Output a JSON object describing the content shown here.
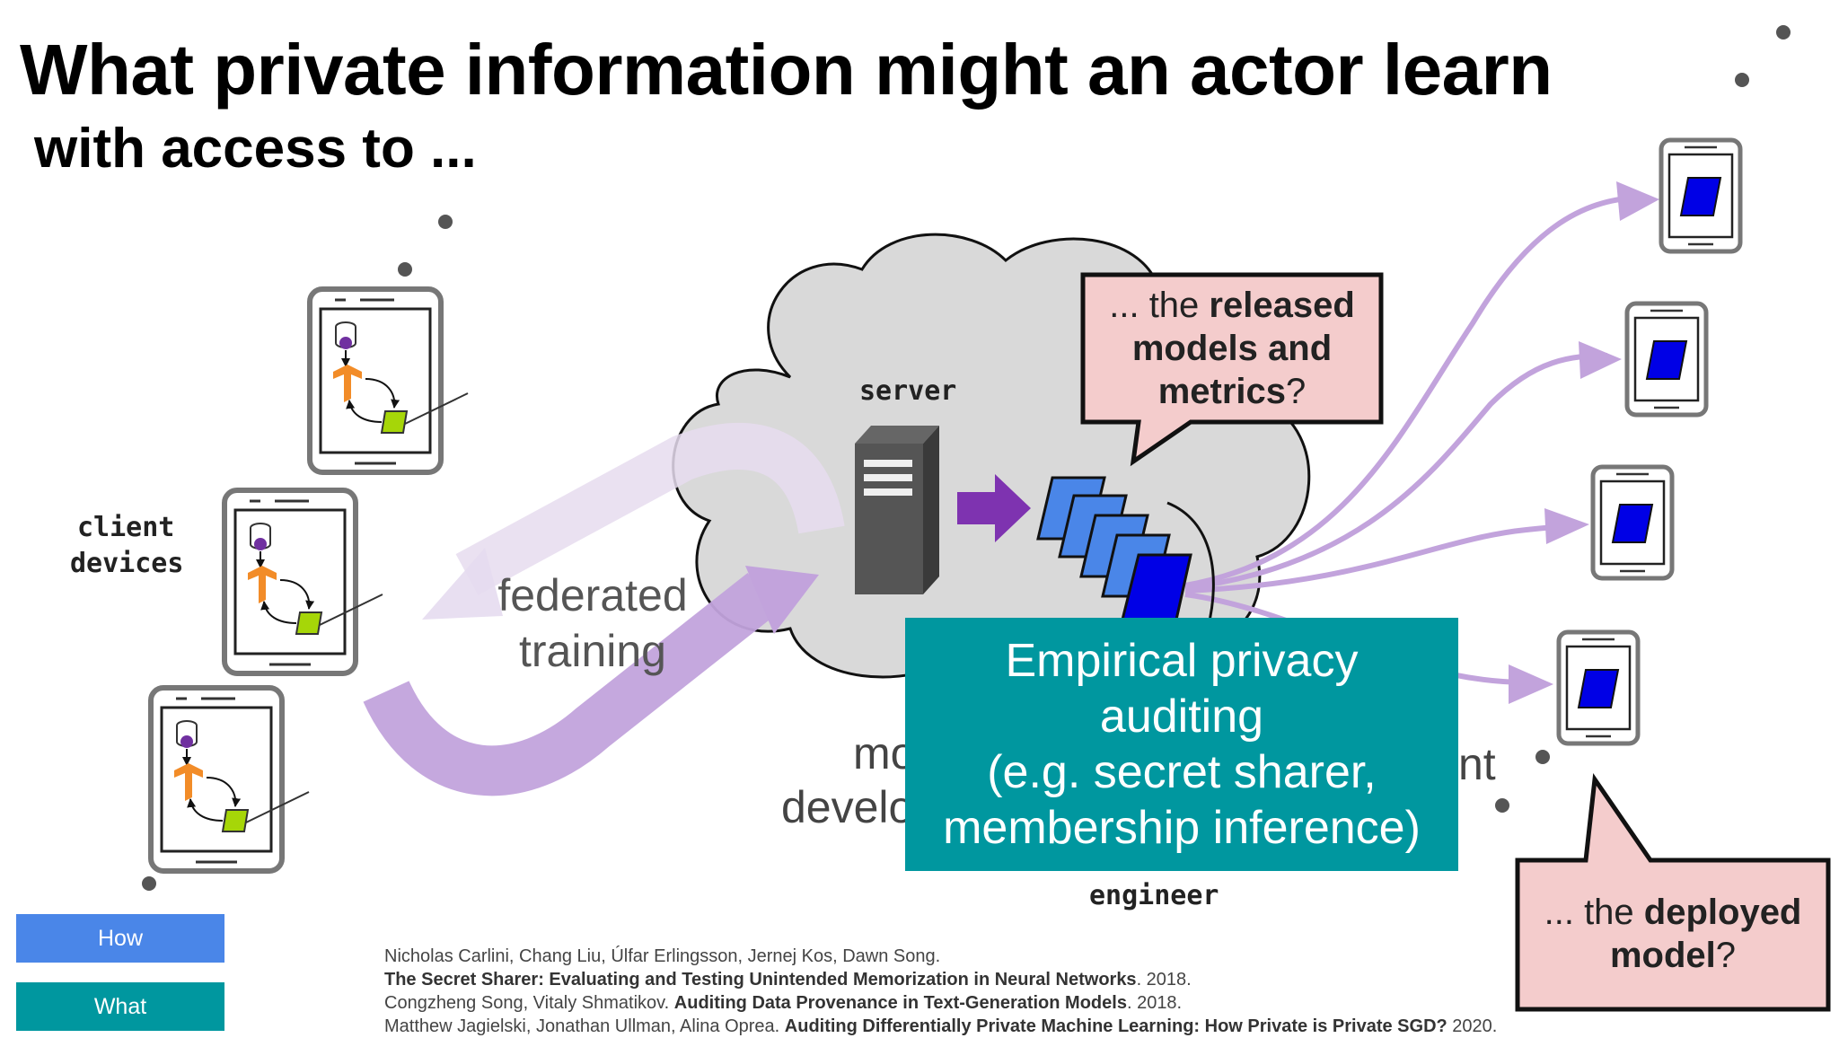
{
  "title": {
    "line1": "What private information might an actor learn",
    "line2": "with access to ..."
  },
  "labels": {
    "server": "server",
    "client_devices_1": "client",
    "client_devices_2": "devices",
    "federated": "federated",
    "training": "training",
    "model_dev_1_partial": "mo",
    "model_dev_2_partial": "develo",
    "deployment_partial": "nt",
    "engineer": "engineer"
  },
  "callouts": {
    "released": {
      "prefix": "... the ",
      "bold1": "released",
      "line2": "models and",
      "line3_bold": "metrics",
      "line3_suffix": "?"
    },
    "deployed": {
      "prefix": "... the ",
      "bold1": "deployed",
      "line2_bold": "model",
      "line2_suffix": "?"
    }
  },
  "overlay": {
    "line1": "Empirical privacy",
    "line2": "auditing",
    "line3": "(e.g. secret sharer,",
    "line4": "membership inference)"
  },
  "legend": {
    "how": "How",
    "what": "What"
  },
  "citations": {
    "c1": "Nicholas Carlini, Chang Liu, Úlfar Erlingsson, Jernej Kos, Dawn Song.",
    "c2_bold": "The Secret Sharer: Evaluating and Testing Unintended Memorization in Neural Networks",
    "c2_suffix": ". 2018.",
    "c3_authors": "Congzheng Song, Vitaly Shmatikov. ",
    "c3_bold": "Auditing Data Provenance in Text-Generation Models",
    "c3_suffix": ". 2018.",
    "c4_authors": "Matthew Jagielski, Jonathan Ullman, Alina Oprea. ",
    "c4_bold": "Auditing Differentially Private Machine Learning: How Private is Private SGD?",
    "c4_suffix": " 2020."
  },
  "colors": {
    "legend_how": "#4a86e8",
    "legend_what": "#00979f",
    "purple_arrow": "#c2a3dc",
    "callout_fill": "#f4cccc",
    "model_blue": "#4a86e8",
    "model_dark": "#0000e6"
  },
  "icons": [
    "server-icon",
    "phone-icon",
    "tensorflow-icon",
    "database-icon",
    "model-icon"
  ]
}
